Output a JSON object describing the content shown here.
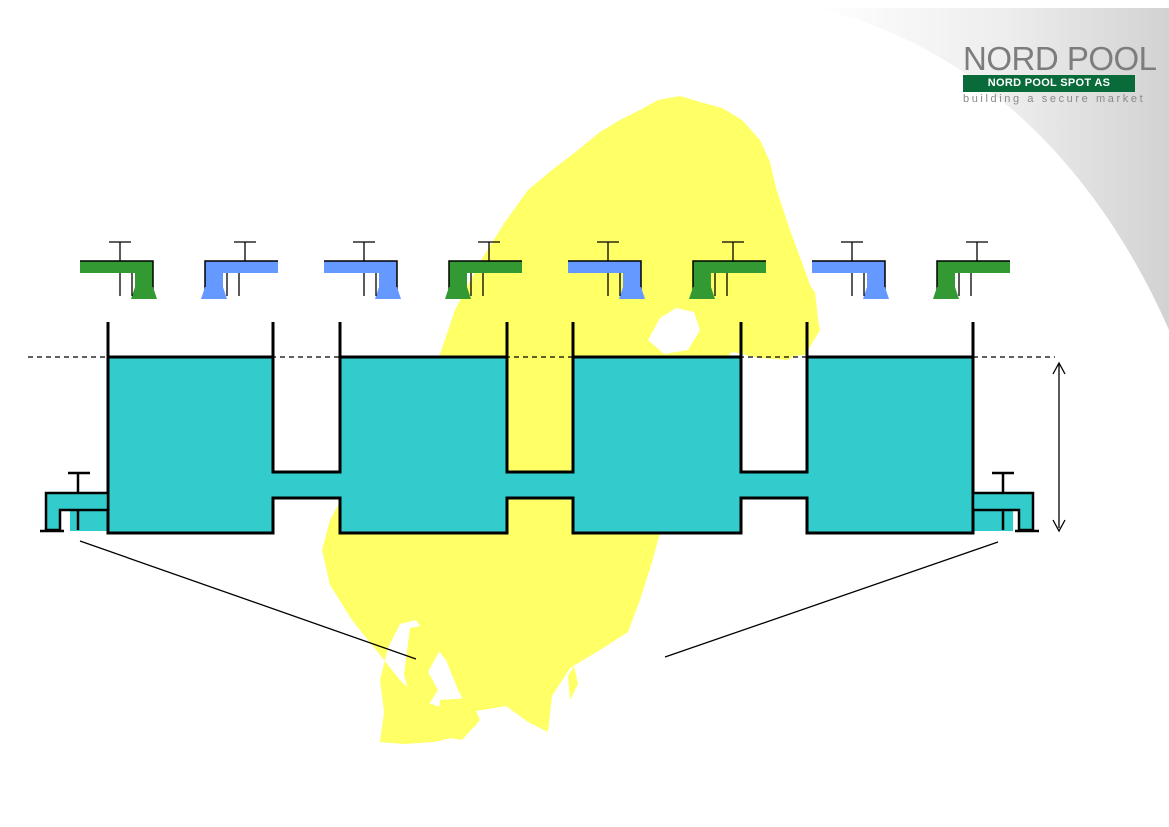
{
  "logo": {
    "title": "NORD POOL",
    "band": "NORD POOL SPOT AS",
    "tagline": "building a secure market"
  },
  "colors": {
    "water": "#33cccc",
    "map": "#ffff66",
    "faucet_green": "#339933",
    "faucet_blue": "#6699ff",
    "logo_green": "#0a6b3a",
    "logo_gray": "#7d7d7d",
    "outline": "#000000"
  },
  "faucets": [
    {
      "color": "green",
      "spout": "right"
    },
    {
      "color": "blue",
      "spout": "left"
    },
    {
      "color": "blue",
      "spout": "right"
    },
    {
      "color": "green",
      "spout": "left"
    },
    {
      "color": "blue",
      "spout": "right"
    },
    {
      "color": "green",
      "spout": "left"
    },
    {
      "color": "blue",
      "spout": "right"
    },
    {
      "color": "green",
      "spout": "left"
    }
  ],
  "tanks": 4,
  "icons": {
    "level_arrow": "double-arrow-vertical-icon",
    "outlet": "tap-icon"
  }
}
